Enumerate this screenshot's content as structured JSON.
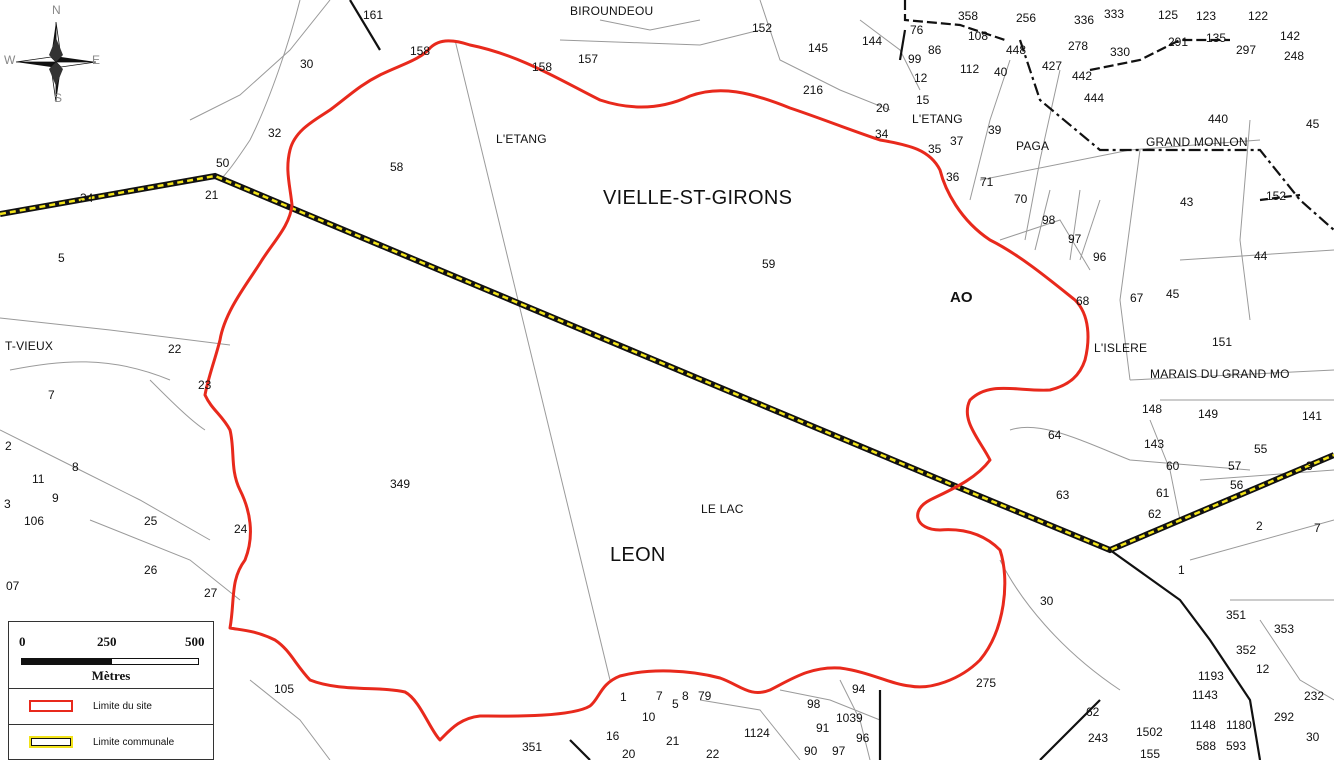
{
  "map": {
    "communes": [
      "VIELLE-ST-GIRONS",
      "LEON"
    ],
    "section": "AO",
    "places": [
      "BIROUNDEOU",
      "L'ETANG",
      "L'ETANG",
      "PAGA",
      "GRAND MONLON",
      "L'ISLERE",
      "MARAIS DU GRAND MO",
      "LE LAC",
      "T-VIEUX"
    ],
    "parcels": [
      "161",
      "158",
      "30",
      "32",
      "58",
      "50",
      "34",
      "21",
      "5",
      "22",
      "23",
      "7",
      "2",
      "11",
      "9",
      "8",
      "3",
      "106",
      "25",
      "24",
      "26",
      "27",
      "07",
      "105",
      "349",
      "59",
      "152",
      "145",
      "144",
      "157",
      "216",
      "158",
      "76",
      "99",
      "86",
      "12",
      "15",
      "20",
      "34",
      "35",
      "37",
      "39",
      "36",
      "71",
      "70",
      "98",
      "97",
      "96",
      "68",
      "67",
      "45",
      "358",
      "256",
      "336",
      "333",
      "125",
      "123",
      "122",
      "142",
      "278",
      "330",
      "291",
      "135",
      "297",
      "248",
      "427",
      "442",
      "444",
      "440",
      "45",
      "43",
      "152",
      "44",
      "151",
      "148",
      "149",
      "141",
      "143",
      "64",
      "60",
      "57",
      "55",
      "3",
      "61",
      "56",
      "63",
      "62",
      "2",
      "7",
      "1",
      "351",
      "353",
      "352",
      "12",
      "232",
      "292",
      "30",
      "1193",
      "1143",
      "1148",
      "1180",
      "588",
      "593",
      "1502",
      "243",
      "62",
      "155",
      "275",
      "94",
      "98",
      "1039",
      "91",
      "96",
      "90",
      "97",
      "1124",
      "1",
      "7",
      "8",
      "79",
      "5",
      "10",
      "16",
      "21",
      "20",
      "22",
      "351",
      "112",
      "40",
      "108",
      "448",
      "30"
    ]
  },
  "legend": {
    "scale": {
      "ticks": [
        "0",
        "250",
        "500"
      ],
      "unit": "Mètres"
    },
    "items": [
      {
        "label": "Limite du site",
        "color": "#e8291c"
      },
      {
        "label": "Limite communale",
        "color": "#f2e31a"
      }
    ]
  },
  "compass": {
    "north": "N",
    "east": "E",
    "west": "W",
    "south": "S"
  },
  "colors": {
    "site_boundary": "#e8291c",
    "commune_boundary": "#f2e31a",
    "parcel_line": "#9a9a9a",
    "section_line": "#111111"
  }
}
